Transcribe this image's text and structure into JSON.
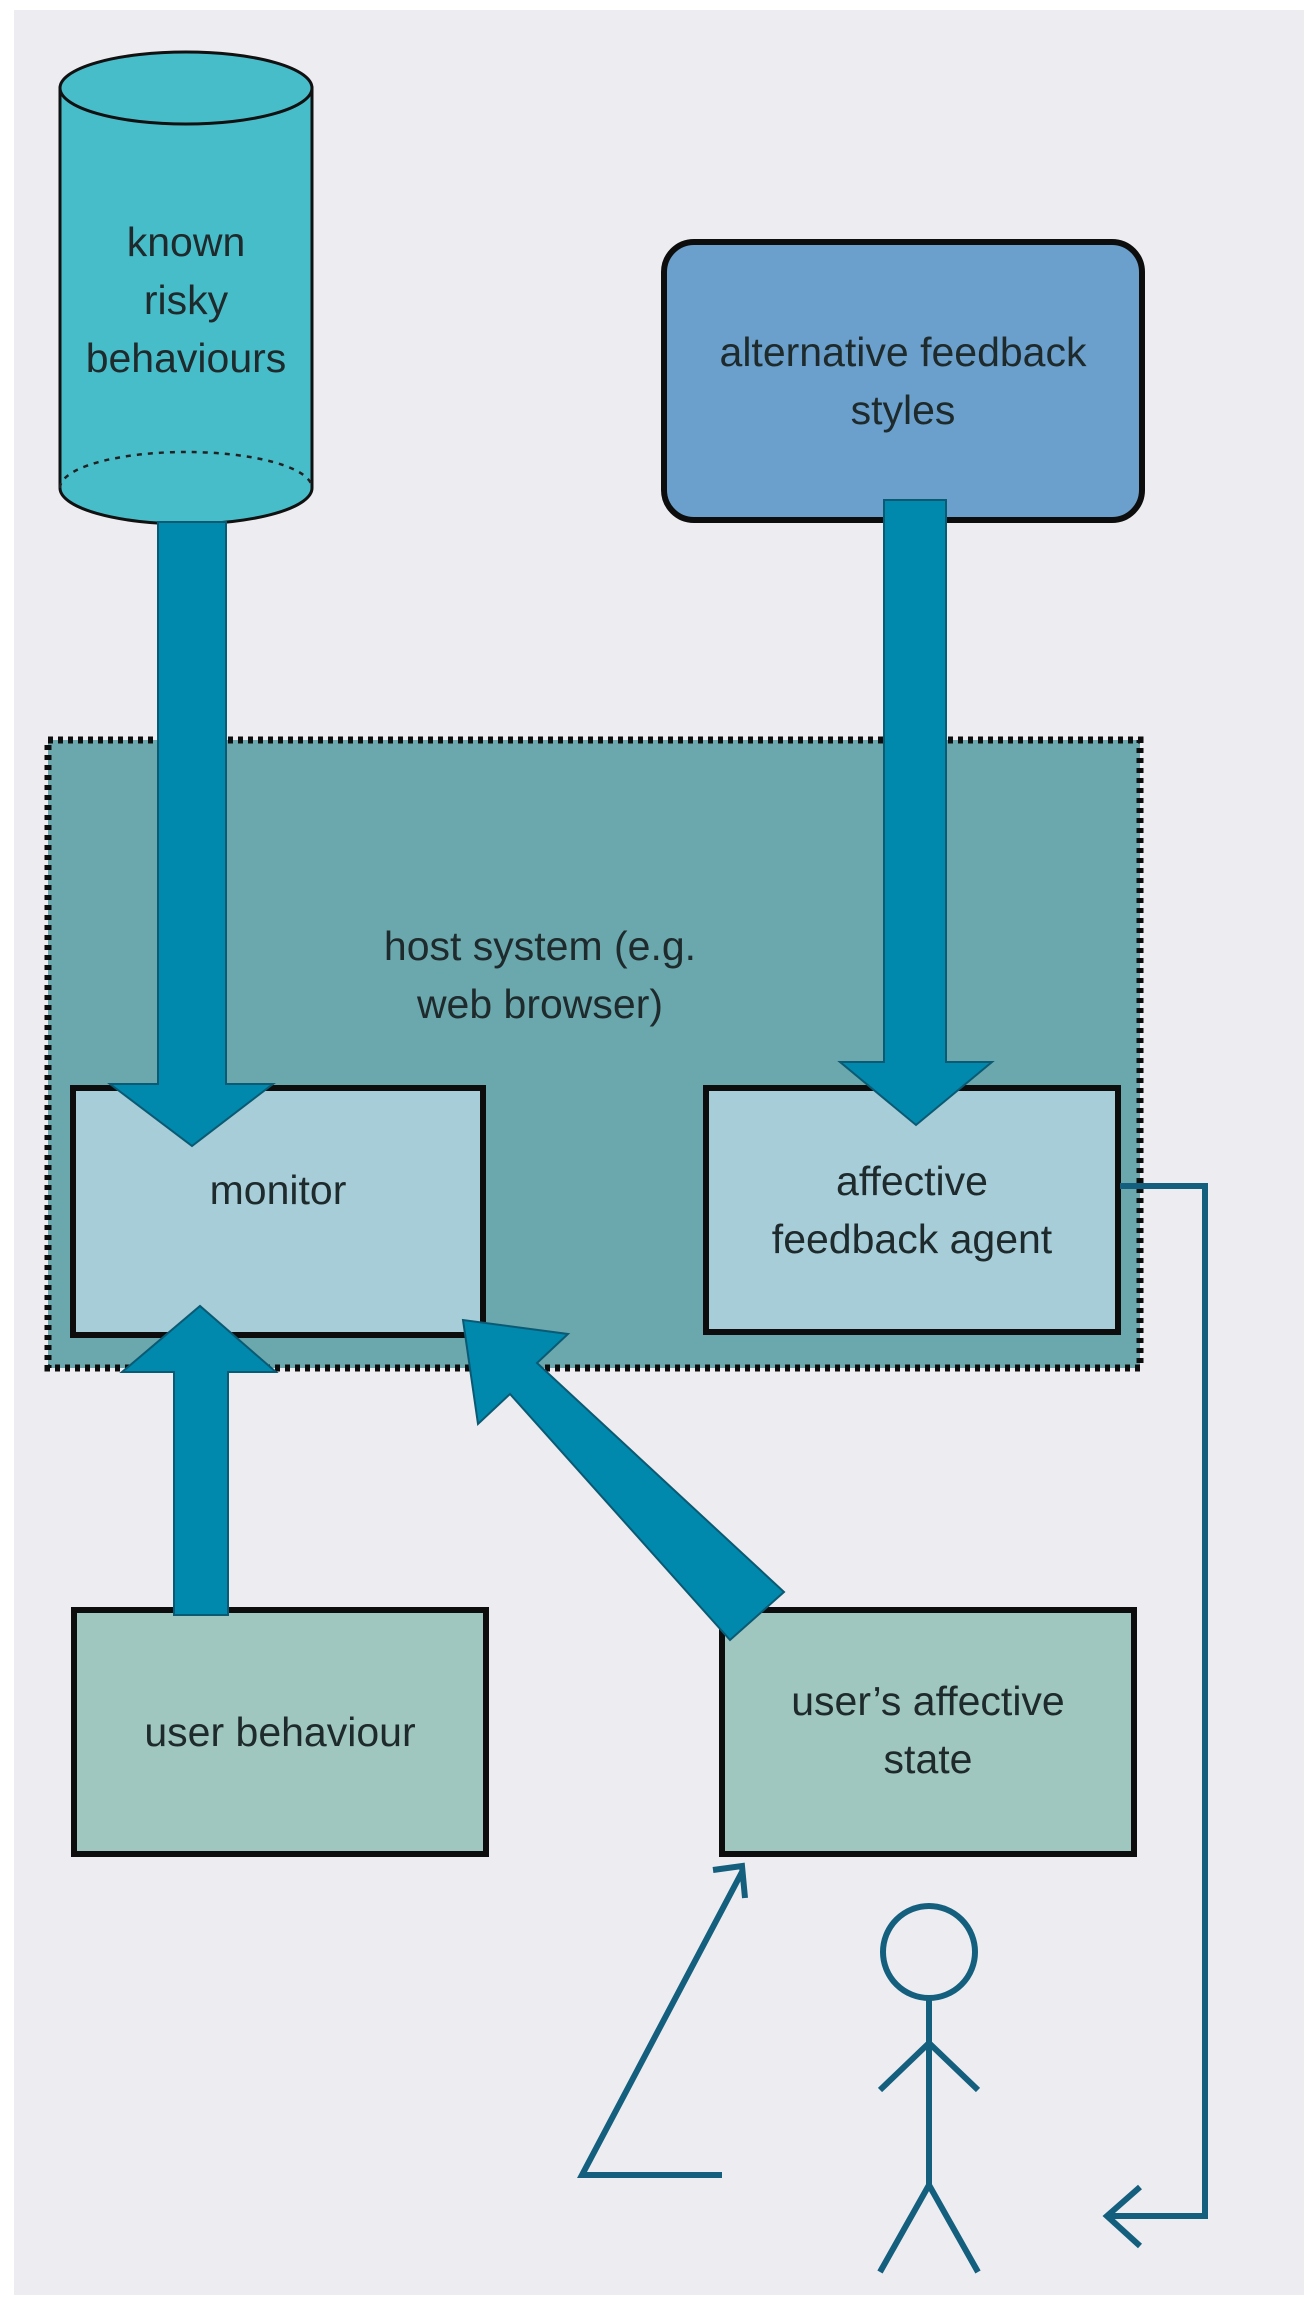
{
  "diagram": {
    "known_risky": "known\nrisky\nbehaviours",
    "alt_feedback": "alternative feedback\nstyles",
    "host_system": "host system (e.g.\nweb browser)",
    "monitor": "monitor",
    "affective_agent": "affective\nfeedback agent",
    "user_behaviour": "user behaviour",
    "user_state": "user’s affective\nstate"
  },
  "colors": {
    "cylinder": "#48bdca",
    "alt_box": "#6aa0cb",
    "host_area": "#6aa8ae",
    "inner_box": "#a6cdd8",
    "user_box": "#9fc6bf",
    "arrow": "#0088ad",
    "line": "#145f7e"
  }
}
